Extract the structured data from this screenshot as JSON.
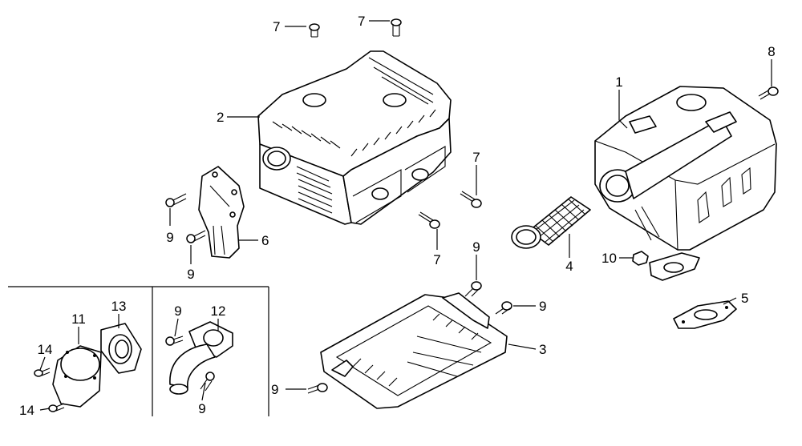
{
  "callouts": {
    "c1": "1",
    "c2": "2",
    "c3": "3",
    "c4": "4",
    "c5": "5",
    "c6": "6",
    "c7a": "7",
    "c7b": "7",
    "c7c": "7",
    "c7d": "7",
    "c8": "8",
    "c9a": "9",
    "c9b": "9",
    "c9c": "9",
    "c9d": "9",
    "c9e": "9",
    "c9f": "9",
    "c9g": "9",
    "c10": "10",
    "c11": "11",
    "c12": "12",
    "c13": "13",
    "c14a": "14",
    "c14b": "14"
  }
}
